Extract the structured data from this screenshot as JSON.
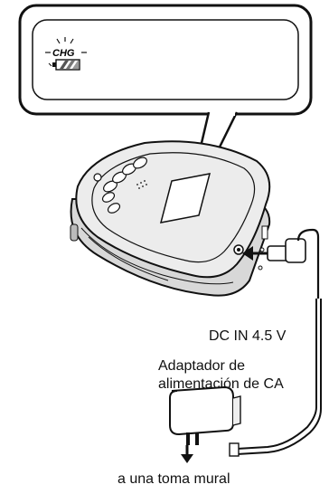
{
  "display": {
    "indicator_text": "CHG",
    "icon": "battery-charging-icon"
  },
  "labels": {
    "dc_in": "DC IN 4.5 V",
    "adapter_line1": "Adaptador de",
    "adapter_line2": "alimentación de CA",
    "wall_outlet": "a una toma mural"
  },
  "colors": {
    "line": "#111111",
    "device_fill": "#e9e9e9",
    "lcd_fill": "#ffffff"
  }
}
